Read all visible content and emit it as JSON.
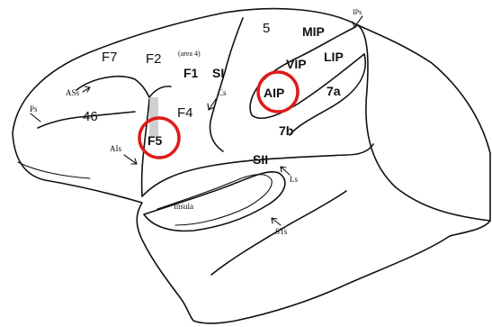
{
  "areas": {
    "a5": "5",
    "mip": "MIP",
    "ips": "IPs",
    "lip": "LIP",
    "vip": "VIP",
    "aip": "AIP",
    "a7a": "7a",
    "a7b": "7b",
    "f7": "F7",
    "f2": "F2",
    "area4": "(area 4)",
    "f1": "F1",
    "s1": "SI",
    "cs": "Cs",
    "asx": "ASs",
    "ps": "Ps",
    "a46": "46",
    "f4": "F4",
    "f5": "F5",
    "ais": "AIs",
    "s2": "SII",
    "ls": "Ls",
    "insula": "Insula",
    "sts": "STs"
  },
  "highlight_color": "#e01b1b"
}
